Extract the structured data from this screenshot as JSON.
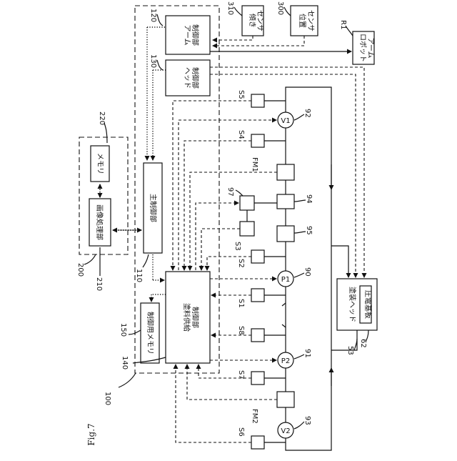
{
  "figure_label": "Fig.7",
  "refs": {
    "r100": "100",
    "r110": "110",
    "r120": "120",
    "r130": "130",
    "r140": "140",
    "r150": "150",
    "r200": "200",
    "r210": "210",
    "r220": "220",
    "r300": "300",
    "r310": "310",
    "rR1": "R1",
    "r53": "53",
    "r62": "62",
    "r90": "90",
    "r91": "91",
    "r92": "92",
    "r93": "93",
    "r94": "94",
    "r95": "95",
    "r97": "97"
  },
  "blocks": {
    "arm_control": [
      "アーム",
      "制御部"
    ],
    "head_control": [
      "ヘッド",
      "制御部"
    ],
    "main_control": "主制御部",
    "paint_supply_control": [
      "塗料供給",
      "制御部"
    ],
    "control_memory": "制御用メモリ",
    "image_processing": "画像処理部",
    "memory": "メモリ",
    "tilt_sensor": [
      "傾き",
      "センサ"
    ],
    "position_sensor": [
      "位置",
      "センサ"
    ],
    "robot_arm": [
      "ロボット",
      "アーム"
    ],
    "coating_head": "塗装ヘッド",
    "piezo_substrate": "圧電基板"
  },
  "components": {
    "V1": "V1",
    "V2": "V2",
    "P1": "P1",
    "P2": "P2",
    "FM1": "FM1",
    "FM2": "FM2"
  },
  "sensors": {
    "S1": "S1",
    "S2": "S2",
    "S3": "S3",
    "S4": "S4",
    "S5": "S5",
    "S6": "S6",
    "S7": "S7",
    "S8": "S8"
  }
}
